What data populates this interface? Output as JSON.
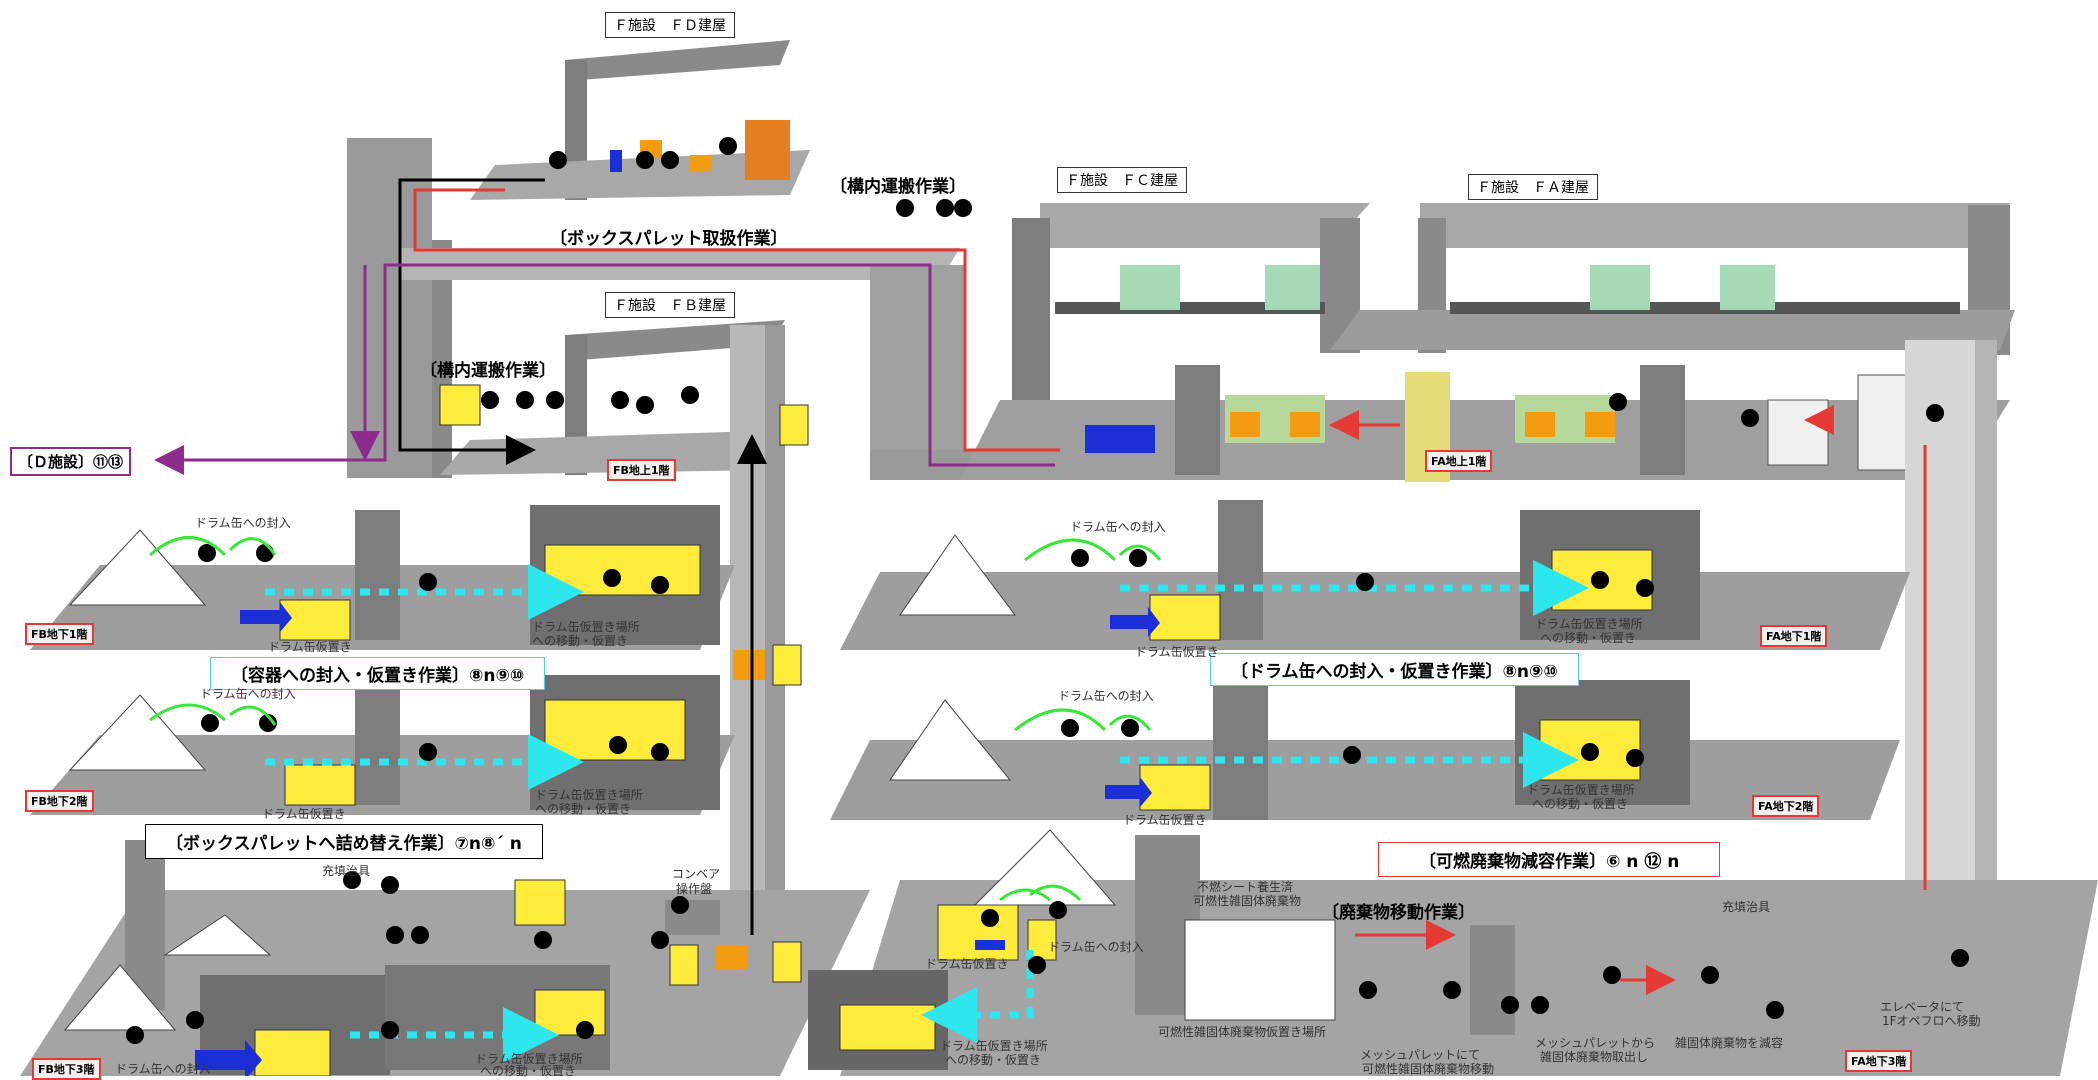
{
  "buildings": {
    "fd": "Ｆ施設　ＦＤ建屋",
    "fb": "Ｆ施設　ＦＢ建屋",
    "fc": "Ｆ施設　ＦＣ建屋",
    "fa": "Ｆ施設　ＦＡ建屋"
  },
  "works": {
    "transport_top": "〔構内運搬作業〕",
    "box_pallet_handling": "〔ボックスパレット取扱作業〕",
    "transport_fb": "〔構内運搬作業〕",
    "d_facility": "〔Ｄ施設〕⑪⑬",
    "container_sealing": "〔容器への封入・仮置き作業〕⑧n⑨⑩",
    "drum_sealing": "〔ドラム缶への封入・仮置き作業〕⑧n⑨⑩",
    "box_pallet_repack": "〔ボックスパレットへ詰め替え作業〕⑦n⑧´ n",
    "combustible_reduction": "〔可燃廃棄物減容作業〕⑥ n ⑫ n",
    "waste_move": "〔廃棄物移動作業〕"
  },
  "floors": {
    "fb_1f": "FB地上1階",
    "fb_b1": "FB地下1階",
    "fb_b2": "FB地下2階",
    "fb_b3": "FB地下3階",
    "fa_1f": "FA地上1階",
    "fa_b1": "FA地下1階",
    "fa_b2": "FA地下2階",
    "fa_b3": "FA地下3階"
  },
  "notes": {
    "drum_seal_fb1": "ドラム缶への封入",
    "drum_temp_fb1": "ドラム缶仮置き",
    "move_temp_fb1a": "ドラム缶仮置き場所",
    "move_temp_fb1b": "への移動・仮置き",
    "drum_seal_fb2": "ドラム缶への封入",
    "drum_temp_fb2": "ドラム缶仮置き",
    "move_temp_fb2a": "ドラム缶仮置き場所",
    "move_temp_fb2b": "への移動・仮置き",
    "filling_jig_fb3": "充填治具",
    "conveyor_a": "コンベア",
    "conveyor_b": "操作盤",
    "drum_seal_fb3": "ドラム缶への封入",
    "move_temp_fb3a": "ドラム缶仮置き場所",
    "move_temp_fb3b": "への移動・仮置き",
    "drum_seal_fa1": "ドラム缶への封入",
    "drum_temp_fa1": "ドラム缶仮置き",
    "move_temp_fa1a": "ドラム缶仮置き場所",
    "move_temp_fa1b": "への移動・仮置き",
    "drum_seal_fa2": "ドラム缶への封入",
    "drum_temp_fa2": "ドラム缶仮置き",
    "move_temp_fa2a": "ドラム缶仮置き場所",
    "move_temp_fa2b": "への移動・仮置き",
    "noncomb_a": "不燃シート養生済",
    "noncomb_b": "可燃性雑固体廃棄物",
    "drum_temp_fa3": "ドラム缶仮置き",
    "drum_seal_fa3": "ドラム缶への封入",
    "move_temp_fa3a": "ドラム缶仮置き場所",
    "move_temp_fa3b": "への移動・仮置き",
    "comb_temp": "可燃性雑固体廃棄物仮置き場所",
    "mesh_a": "メッシュパレットにて",
    "mesh_b": "可燃性雑固体廃棄物移動",
    "mesh_take_a": "メッシュパレットから",
    "mesh_take_b": "雑固体廃棄物取出し",
    "filling_jig_fa3": "充填治具",
    "reduce": "雑固体廃棄物を減容",
    "elevator_a": "エレベータにて",
    "elevator_b": "1Fオペフロへ移動"
  },
  "colors": {
    "floor": "#9e9e9e",
    "wall": "#7d7d7d",
    "drum": "#ffeb3b",
    "box": "#f39c12",
    "cyan": "#2ee6ee",
    "red": "#e53935",
    "purple": "#8e2c8e",
    "green": "#39e639",
    "blue": "#1b2fd6"
  }
}
